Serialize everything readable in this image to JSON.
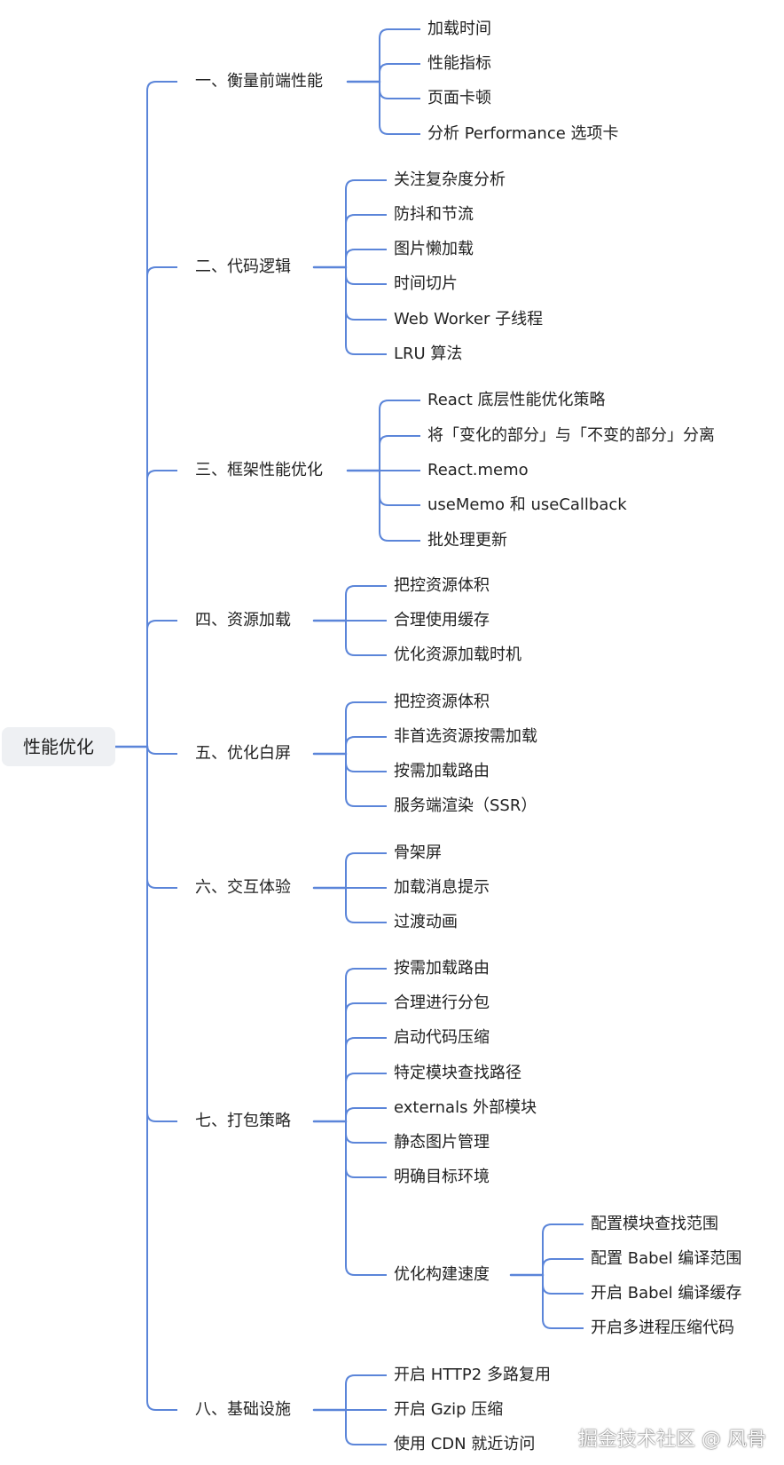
{
  "line_color": "#5b85d9",
  "root": {
    "label": "性能优化"
  },
  "branches": [
    {
      "label": "一、衡量前端性能",
      "children": [
        {
          "label": "加载时间"
        },
        {
          "label": "性能指标"
        },
        {
          "label": "页面卡顿"
        },
        {
          "label": "分析 Performance 选项卡"
        }
      ]
    },
    {
      "label": "二、代码逻辑",
      "children": [
        {
          "label": "关注复杂度分析"
        },
        {
          "label": "防抖和节流"
        },
        {
          "label": "图片懒加载"
        },
        {
          "label": "时间切片"
        },
        {
          "label": "Web Worker 子线程"
        },
        {
          "label": "LRU 算法"
        }
      ]
    },
    {
      "label": "三、框架性能优化",
      "children": [
        {
          "label": "React 底层性能优化策略"
        },
        {
          "label": "将「变化的部分」与「不变的部分」分离"
        },
        {
          "label": "React.memo"
        },
        {
          "label": "useMemo 和 useCallback"
        },
        {
          "label": "批处理更新"
        }
      ]
    },
    {
      "label": "四、资源加载",
      "children": [
        {
          "label": "把控资源体积"
        },
        {
          "label": "合理使用缓存"
        },
        {
          "label": "优化资源加载时机"
        }
      ]
    },
    {
      "label": "五、优化白屏",
      "children": [
        {
          "label": "把控资源体积"
        },
        {
          "label": "非首选资源按需加载"
        },
        {
          "label": "按需加载路由"
        },
        {
          "label": "服务端渲染（SSR）"
        }
      ]
    },
    {
      "label": "六、交互体验",
      "children": [
        {
          "label": "骨架屏"
        },
        {
          "label": "加载消息提示"
        },
        {
          "label": "过渡动画"
        }
      ]
    },
    {
      "label": "七、打包策略",
      "children": [
        {
          "label": "按需加载路由"
        },
        {
          "label": "合理进行分包"
        },
        {
          "label": "启动代码压缩"
        },
        {
          "label": "特定模块查找路径"
        },
        {
          "label": "externals 外部模块"
        },
        {
          "label": "静态图片管理"
        },
        {
          "label": "明确目标环境"
        },
        {
          "label": "优化构建速度",
          "children": [
            {
              "label": "配置模块查找范围"
            },
            {
              "label": "配置 Babel 编译范围"
            },
            {
              "label": "开启 Babel 编译缓存"
            },
            {
              "label": "开启多进程压缩代码"
            }
          ]
        }
      ]
    },
    {
      "label": "八、基础设施",
      "children": [
        {
          "label": "开启 HTTP2 多路复用"
        },
        {
          "label": "开启 Gzip 压缩"
        },
        {
          "label": "使用 CDN 就近访问"
        }
      ]
    }
  ],
  "watermark": "掘金技术社区 @ 风骨"
}
